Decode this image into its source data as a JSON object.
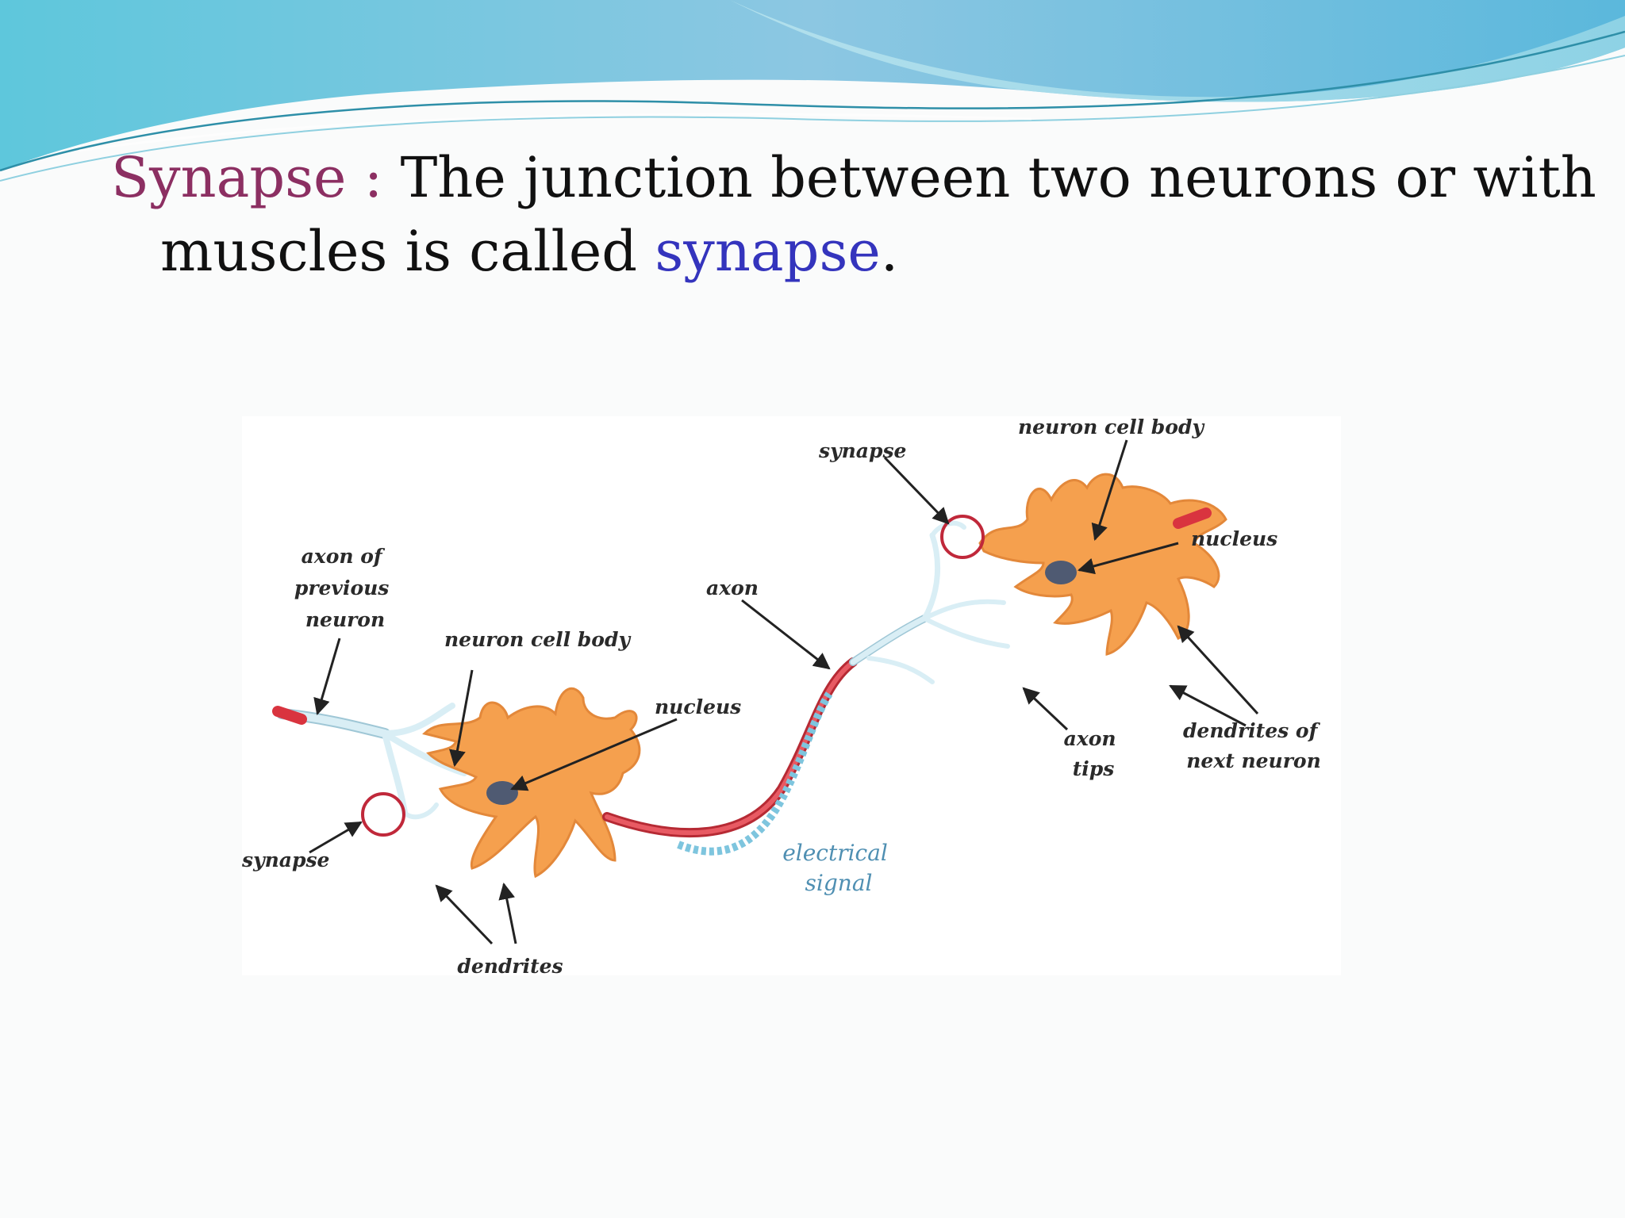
{
  "definition": {
    "term": "Synapse :",
    "text_before": "The junction between two neurons or with muscles is called",
    "highlight": "synapse",
    "end": "."
  },
  "figure_labels": {
    "axon_of_previous_neuron": [
      "axon of",
      "previous",
      "neuron"
    ],
    "neuron_cell_body_left": "neuron cell body",
    "nucleus_left": "nucleus",
    "synapse_left": "synapse",
    "dendrites": "dendrites",
    "axon": "axon",
    "electrical_signal": [
      "electrical",
      "signal"
    ],
    "synapse_top": "synapse",
    "neuron_cell_body_right": "neuron cell body",
    "nucleus_right": "nucleus",
    "axon_tips": [
      "axon",
      "tips"
    ],
    "dendrites_of_next_neuron": [
      "dendrites of",
      "next neuron"
    ]
  },
  "colors": {
    "term": "#8c2f62",
    "highlight": "#3434bd",
    "cell_body": "#f5a04e",
    "axon": "#d9343f",
    "axon_branches": "#cfe6ef",
    "synapse_circle": "#c0283a",
    "signal": "#7ec5de"
  }
}
